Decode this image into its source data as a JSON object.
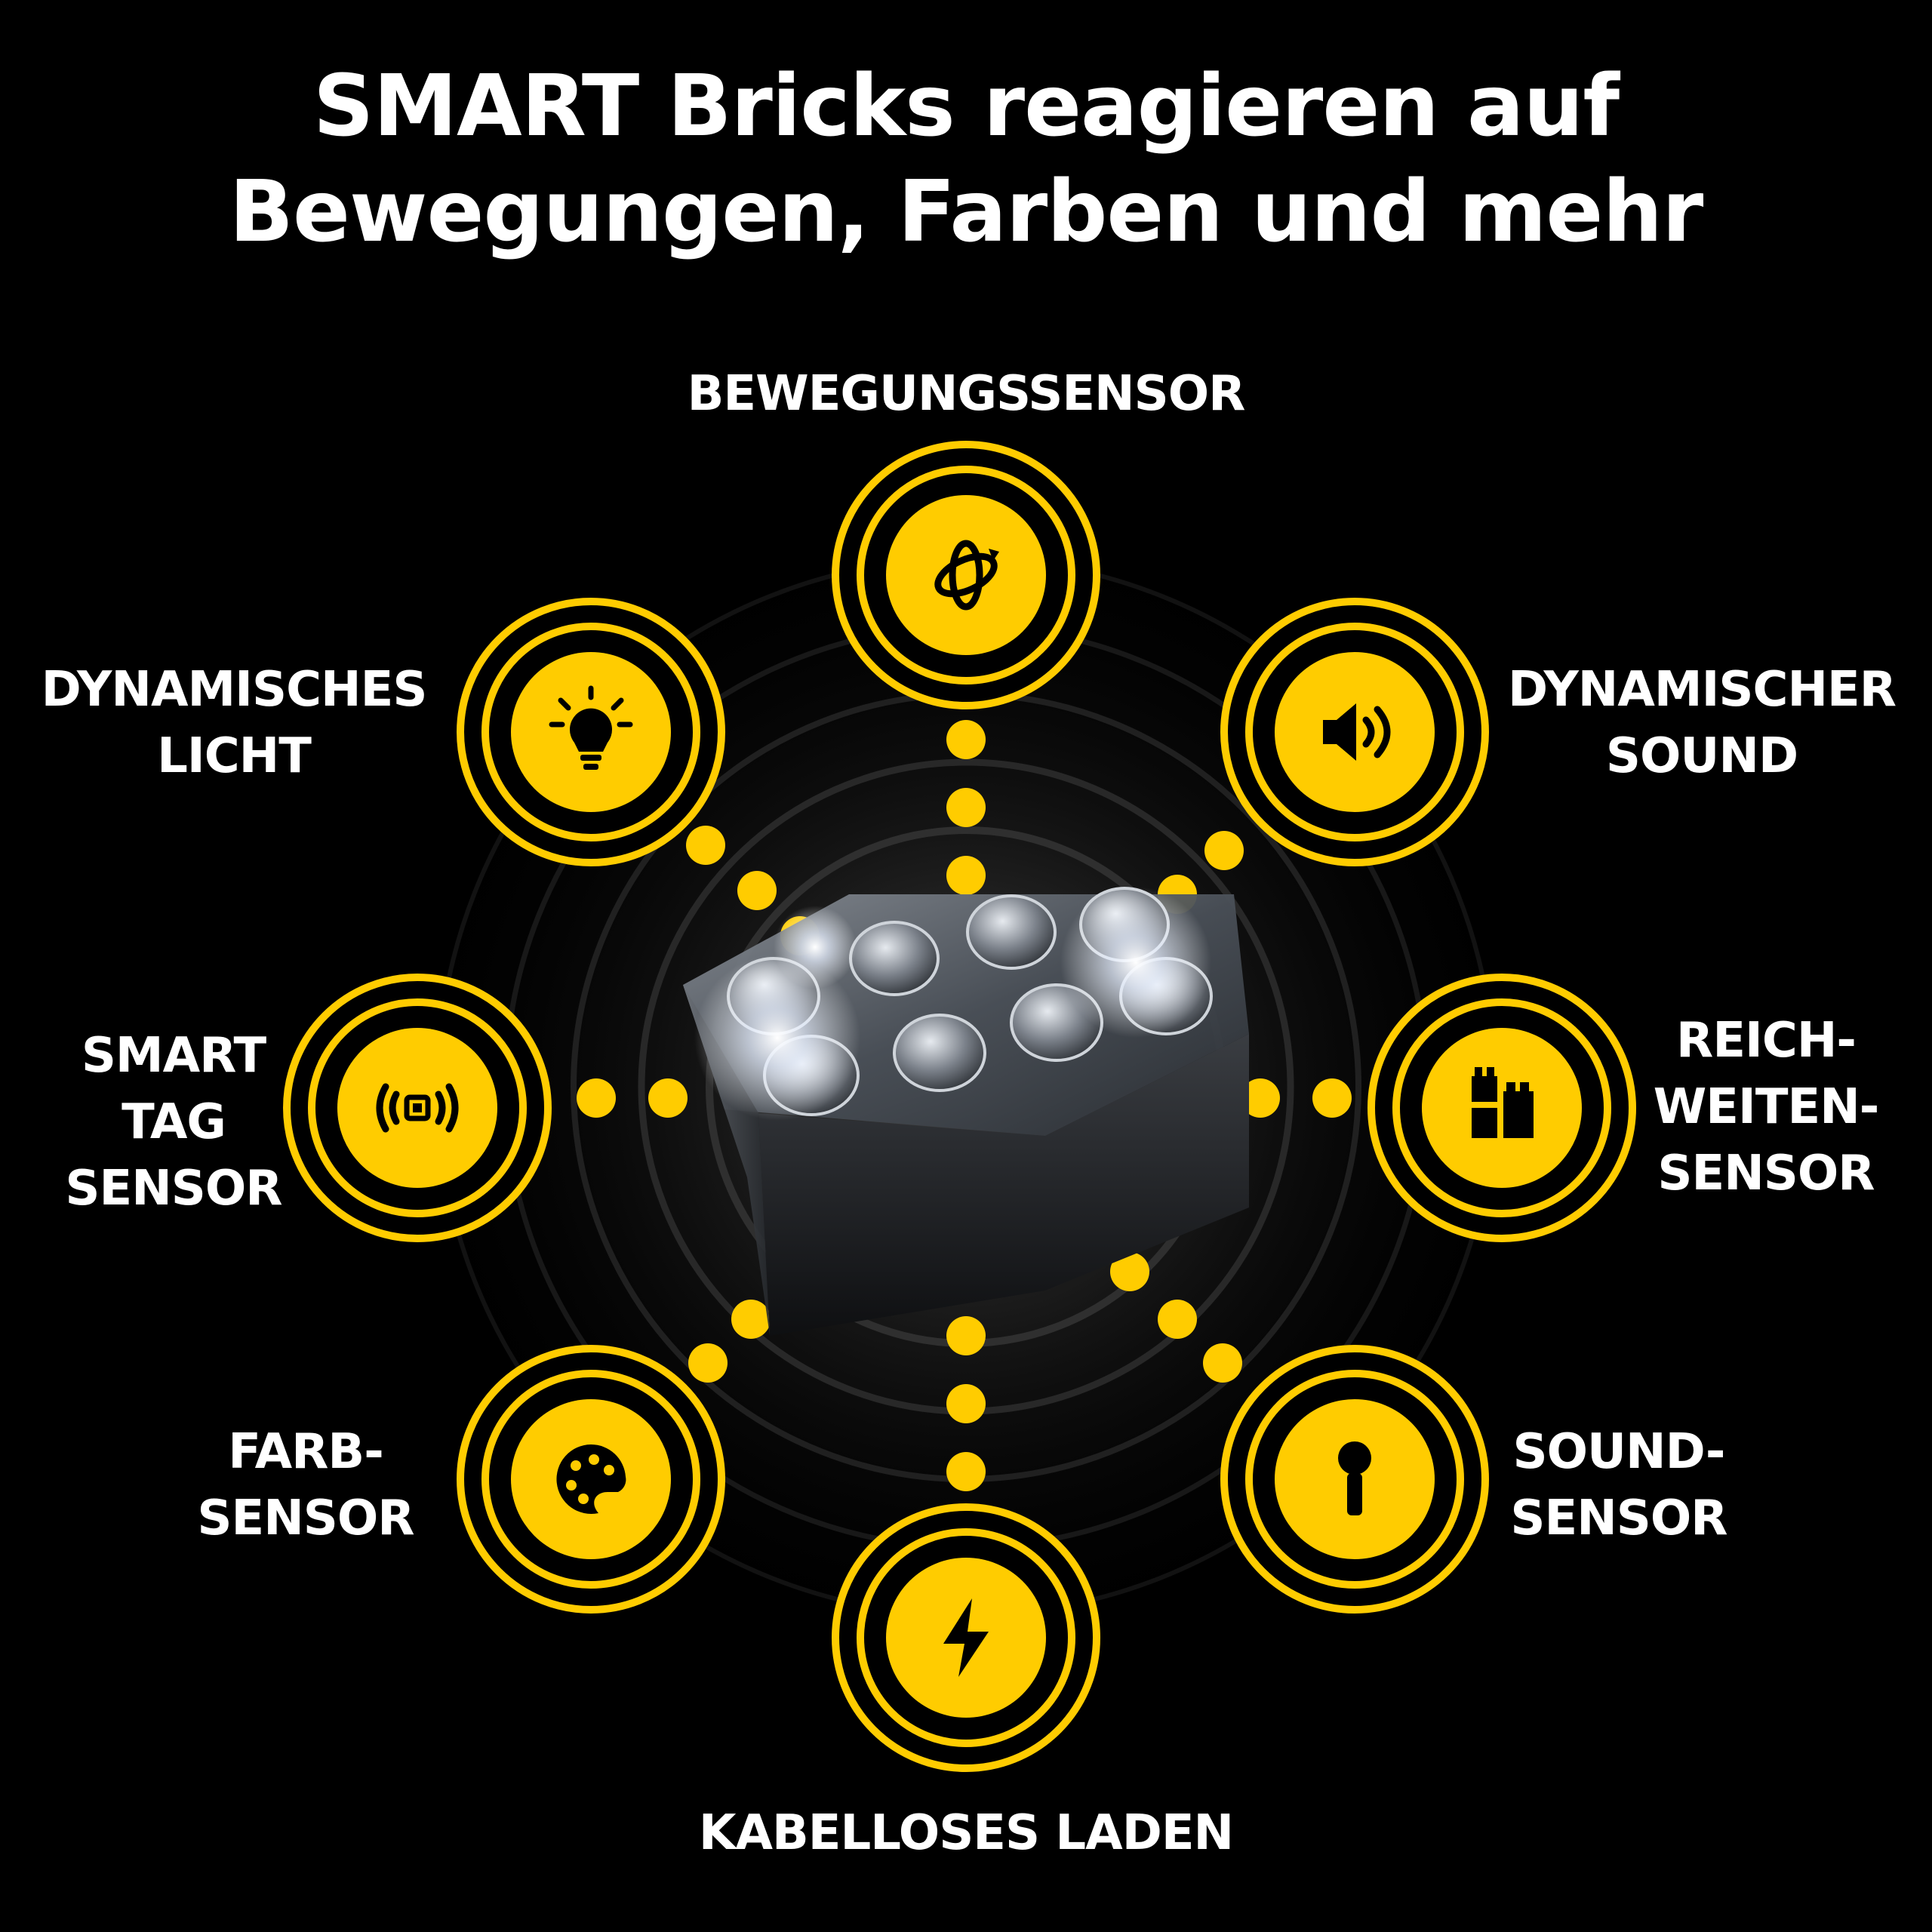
{
  "title": {
    "line1": "SMART Bricks reagieren auf",
    "line2": "Bewegungen, Farben und mehr"
  },
  "colors": {
    "background": "#000000",
    "accent": "#FFCC00",
    "text": "#FFFFFF"
  },
  "features": [
    {
      "key": "motion",
      "icon": "motion-orbit-icon",
      "lines": [
        "BEWEGUNGSSENSOR"
      ]
    },
    {
      "key": "sound",
      "icon": "speaker-icon",
      "lines": [
        "DYNAMISCHER",
        "SOUND"
      ]
    },
    {
      "key": "range",
      "icon": "bricks-range-icon",
      "lines": [
        "REICH-",
        "WEITEN-",
        "SENSOR"
      ]
    },
    {
      "key": "mic",
      "icon": "microphone-icon",
      "lines": [
        "SOUND-",
        "SENSOR"
      ]
    },
    {
      "key": "charge",
      "icon": "lightning-icon",
      "lines": [
        "KABELLOSES LADEN"
      ]
    },
    {
      "key": "color",
      "icon": "palette-icon",
      "lines": [
        "FARB-",
        "SENSOR"
      ]
    },
    {
      "key": "tag",
      "icon": "smart-tag-icon",
      "lines": [
        "SMART",
        "TAG",
        "SENSOR"
      ]
    },
    {
      "key": "light",
      "icon": "lightbulb-icon",
      "lines": [
        "DYNAMISCHES",
        "LICHT"
      ]
    }
  ]
}
